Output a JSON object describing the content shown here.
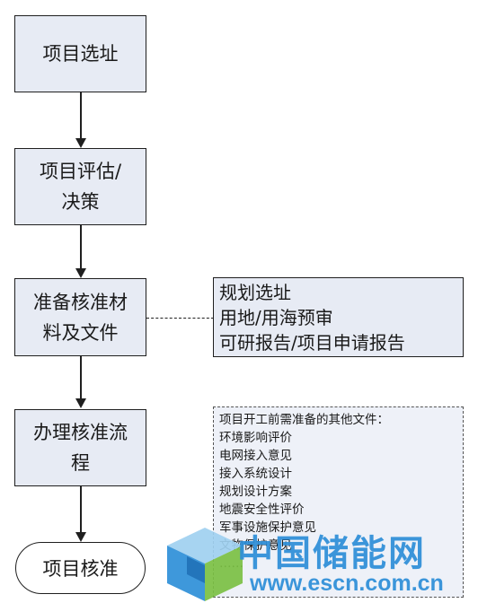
{
  "flow": {
    "step1": [
      "项目选址"
    ],
    "step2": [
      "项目评估/",
      "决策"
    ],
    "step3": [
      "准备核准材",
      "料及文件"
    ],
    "step4": [
      "办理核准流",
      "程"
    ],
    "terminal": "项目核准"
  },
  "note": {
    "lines": [
      "规划选址",
      "用地/用海预审",
      "可研报告/项目申请报告"
    ]
  },
  "other_files": {
    "lines": [
      "项目开工前需准备的其他文件：",
      "环境影响评价",
      "电网接入意见",
      "接入系统设计",
      "规划设计方案",
      "地震安全性评价",
      "军事设施保护意见",
      "文物保护意见",
      "……"
    ]
  },
  "watermark": {
    "brand": "中国储能网",
    "url": "www.escn.com.cn",
    "colors": {
      "blue": "#2e8fd8",
      "green": "#7bc043",
      "cube_light": "#9fd0f0",
      "cube_dark": "#1f6fb5"
    }
  }
}
